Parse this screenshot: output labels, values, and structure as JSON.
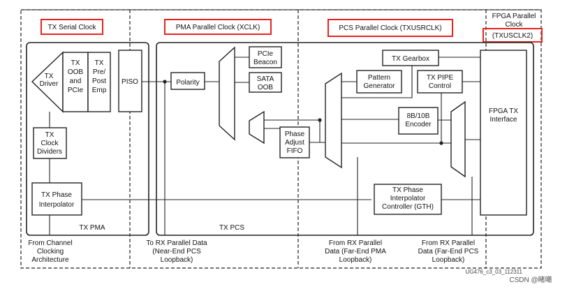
{
  "clock_domains": {
    "tx_serial": "TX Serial Clock",
    "pma_parallel": "PMA Parallel Clock (XCLK)",
    "pcs_parallel": "PCS Parallel Clock (TXUSRCLK)",
    "fpga_parallel_line1": "FPGA Parallel",
    "fpga_parallel_line2": "Clock",
    "fpga_parallel_line3": "(TXUSCLK2)"
  },
  "panes": {
    "tx_pma": "TX PMA",
    "tx_pcs": "TX PCS"
  },
  "blocks": {
    "tx_driver": [
      "TX",
      "Driver"
    ],
    "tx_oob_pcie": [
      "TX",
      "OOB",
      "and",
      "PCIe"
    ],
    "tx_pre_post_emp": [
      "TX",
      "Pre/",
      "Post",
      "Emp"
    ],
    "piso": [
      "PISO"
    ],
    "polarity": [
      "Polarity"
    ],
    "pcie_beacon": [
      "PCIe",
      "Beacon"
    ],
    "sata_oob": [
      "SATA",
      "OOB"
    ],
    "phase_adjust_fifo": [
      "Phase",
      "Adjust",
      "FIFO"
    ],
    "tx_gearbox": [
      "TX Gearbox"
    ],
    "pattern_generator": [
      "Pattern",
      "Generator"
    ],
    "tx_pipe_control": [
      "TX PIPE",
      "Control"
    ],
    "encoder_8b10b": [
      "8B/10B",
      "Encoder"
    ],
    "fpga_tx_interface": [
      "FPGA TX",
      "Interface"
    ],
    "tx_clock_dividers": [
      "TX",
      "Clock",
      "Dividers"
    ],
    "tx_phase_interpolator": [
      "TX Phase",
      "Interpolator"
    ],
    "tx_phase_interp_controller": [
      "TX Phase",
      "Interpolator",
      "Controller (GTH)"
    ]
  },
  "annotations": {
    "from_channel_clocking": [
      "From Channel",
      "Clocking",
      "Architecture"
    ],
    "to_rx_parallel": [
      "To RX Parallel Data",
      "(Near-End PCS",
      "Loopback)"
    ],
    "from_rx_far_pma": [
      "From RX Parallel",
      "Data (Far-End PMA",
      "Loopback)"
    ],
    "from_rx_far_pcs": [
      "From RX Parallel",
      "Data (Far-End PCS",
      "Loopback)"
    ]
  },
  "footer": {
    "figure_id": "UG476_c3_03_112311",
    "watermark": "CSDN @睹曦"
  },
  "colors": {
    "highlight": "#e8231f",
    "line": "#222222"
  }
}
